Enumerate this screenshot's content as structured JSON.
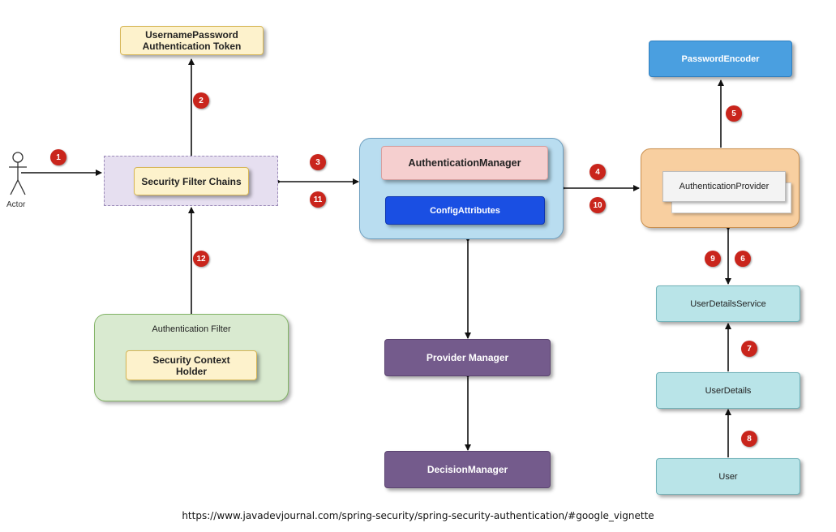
{
  "actor": {
    "label": "Actor"
  },
  "nodes": {
    "token": "UsernamePassword\nAuthentication Token",
    "filter_chains": "Security Filter Chains",
    "authentication_filter": "Authentication Filter",
    "security_context_holder": "Security Context\nHolder",
    "authentication_manager": "AuthenticationManager",
    "config_attributes": "ConfigAttributes",
    "provider_manager": "Provider Manager",
    "decision_manager": "DecisionManager",
    "password_encoder": "PasswordEncoder",
    "authentication_provider": "AuthenticationProvider",
    "user_details_service": "UserDetailsService",
    "user_details": "UserDetails",
    "user": "User"
  },
  "steps": [
    "1",
    "2",
    "3",
    "4",
    "5",
    "6",
    "7",
    "8",
    "9",
    "10",
    "11",
    "12"
  ],
  "caption": "https://www.javadevjournal.com/spring-security/spring-security-authentication/#google_vignette"
}
